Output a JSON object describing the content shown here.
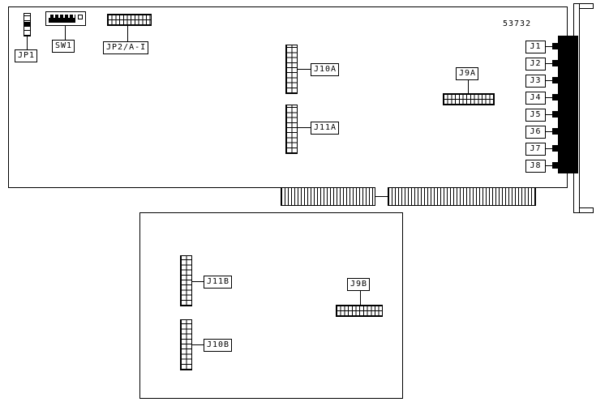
{
  "figure_number": "53732",
  "main_board": {
    "component_labels": {
      "jp1": "JP1",
      "sw1": "SW1",
      "jp2": "JP2/A-I",
      "j10a": "J10A",
      "j11a": "J11A",
      "j9a": "J9A"
    },
    "right_connector_labels": [
      "J1",
      "J2",
      "J3",
      "J4",
      "J5",
      "J6",
      "J7",
      "J8"
    ]
  },
  "daughter_board": {
    "component_labels": {
      "j11b": "J11B",
      "j10b": "J10B",
      "j9b": "J9B"
    }
  }
}
